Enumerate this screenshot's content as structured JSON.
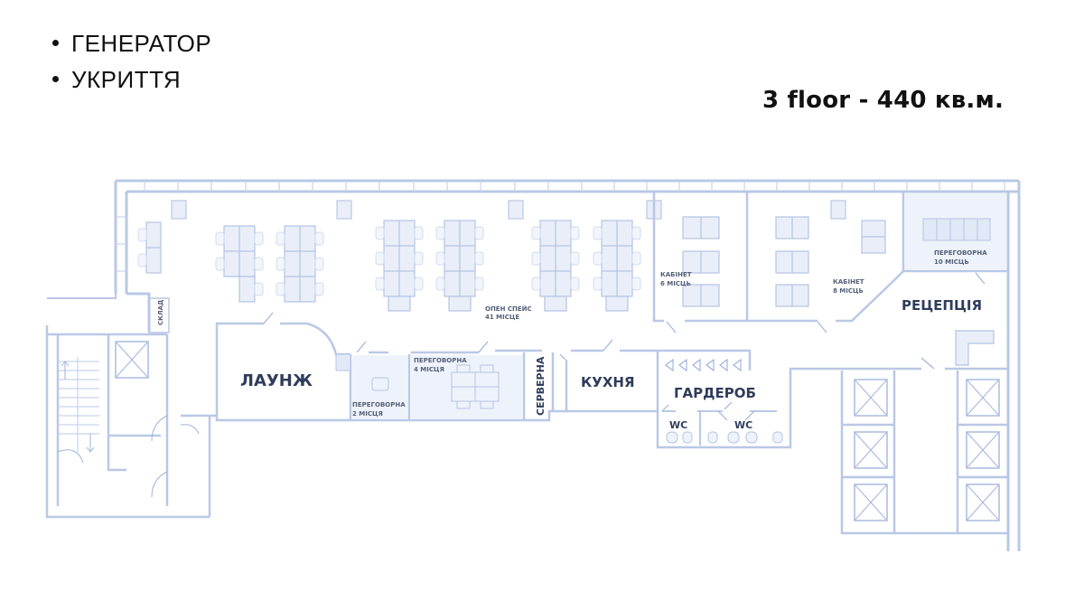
{
  "features": {
    "items": [
      {
        "label": "ГЕНЕРАТОР"
      },
      {
        "label": "УКРИТТЯ"
      }
    ]
  },
  "floor": {
    "title": "3 floor  - 440 кв.м."
  },
  "plan": {
    "colors": {
      "wall": "#b9c8e6",
      "wall_dark": "#9fb3dc",
      "furniture_fill": "#e9eef8",
      "meeting_fill": "#eef2fa",
      "label": "#2f3d5c"
    },
    "rooms": {
      "warehouse": "СКЛАД",
      "open_space_line1": "ОПЕН СПЕЙС",
      "open_space_line2": "41 МІСЦЕ",
      "office6_line1": "КАБІНЕТ",
      "office6_line2": "6 МІСЦЬ",
      "office8_line1": "КАБІНЕТ",
      "office8_line2": "8 МІСЦЬ",
      "meeting10_line1": "ПЕРЕГОВОРНА",
      "meeting10_line2": "10 МІСЦЬ",
      "reception": "РЕЦЕПЦІЯ",
      "lounge": "ЛАУНЖ",
      "meeting2_line1": "ПЕРЕГОВОРНА",
      "meeting2_line2": "2 МІСЦЯ",
      "meeting4_line1": "ПЕРЕГОВОРНА",
      "meeting4_line2": "4 МІСЦЯ",
      "server": "СЕРВЕРНА",
      "kitchen": "КУХНЯ",
      "wardrobe": "ГАРДЕРОБ",
      "wc1": "WC",
      "wc2": "WC"
    }
  }
}
